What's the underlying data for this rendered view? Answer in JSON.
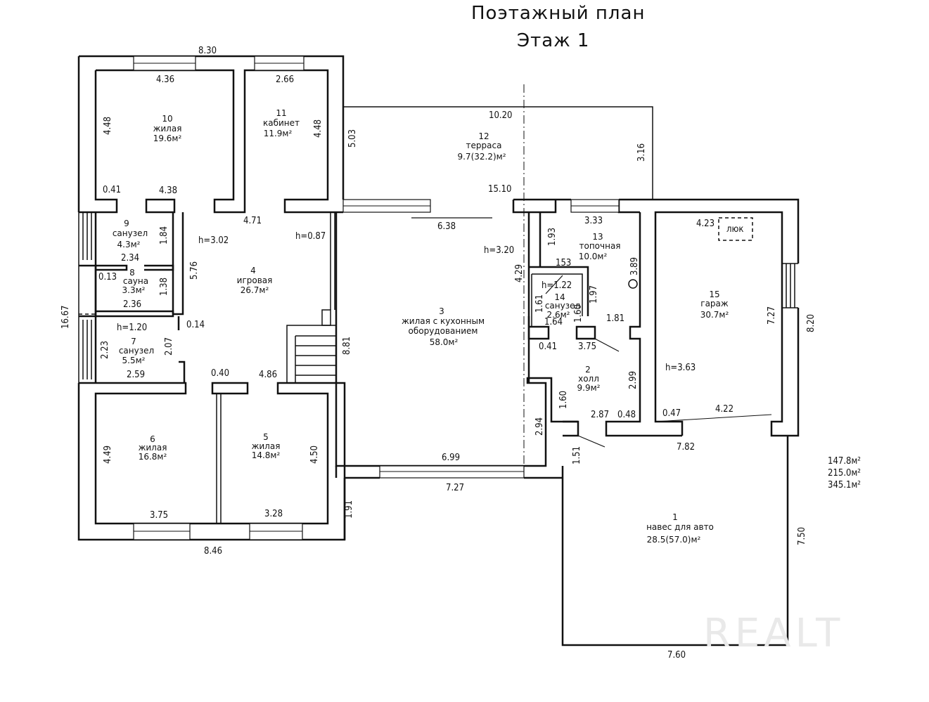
{
  "title": {
    "line1": "Поэтажный план",
    "line2": "Этаж 1"
  },
  "rooms": [
    {
      "num": "1",
      "name": "навес для авто",
      "area": "28.5(57.0)м²"
    },
    {
      "num": "2",
      "name": "холл",
      "area": "9.9м²"
    },
    {
      "num": "3",
      "name": "жилая с кухонным оборудованием",
      "name_line1": "жилая с кухонным",
      "name_line2": "оборудованием",
      "area": "58.0м²"
    },
    {
      "num": "4",
      "name": "игровая",
      "area": "26.7м²"
    },
    {
      "num": "5",
      "name": "жилая",
      "area": "14.8м²"
    },
    {
      "num": "6",
      "name": "жилая",
      "area": "16.8м²"
    },
    {
      "num": "7",
      "name": "санузел",
      "area": "5.5м²"
    },
    {
      "num": "8",
      "name": "сауна",
      "area": "3.3м²"
    },
    {
      "num": "9",
      "name": "санузел",
      "area": "4.3м²"
    },
    {
      "num": "10",
      "name": "жилая",
      "area": "19.6м²"
    },
    {
      "num": "11",
      "name": "кабинет",
      "area": "11.9м²"
    },
    {
      "num": "12",
      "name": "терраса",
      "area": "9.7(32.2)м²"
    },
    {
      "num": "13",
      "name": "топочная",
      "area": "10.0м²"
    },
    {
      "num": "14",
      "name": "санузел",
      "area": "2.6м²"
    },
    {
      "num": "15",
      "name": "гараж",
      "area": "30.7м²"
    }
  ],
  "dimensions": {
    "d_830": "8.30",
    "d_436": "4.36",
    "d_266": "2.66",
    "d_448a": "4.48",
    "d_448b": "4.48",
    "d_1020": "10.20",
    "d_503": "5.03",
    "d_316": "3.16",
    "d_041a": "0.41",
    "d_438": "4.38",
    "d_471": "4.71",
    "d_1510": "15.10",
    "d_638": "6.38",
    "d_h302": "h=3.02",
    "d_h087": "h=0.87",
    "d_h320": "h=3.20",
    "d_184": "1.84",
    "d_234": "2.34",
    "d_576": "5.76",
    "d_013": "0.13",
    "d_138": "1.38",
    "d_236": "2.36",
    "d_1667": "16.67",
    "d_h120": "h=1.20",
    "d_014": "0.14",
    "d_223": "2.23",
    "d_207": "2.07",
    "d_259": "2.59",
    "d_040": "0.40",
    "d_486": "4.86",
    "d_881": "8.81",
    "d_449": "4.49",
    "d_450": "4.50",
    "d_375a": "3.75",
    "d_328": "3.28",
    "d_846": "8.46",
    "d_191": "1.91",
    "d_699": "6.99",
    "d_727a": "7.27",
    "d_333": "3.33",
    "d_193": "1.93",
    "d_153": "153",
    "d_h122": "h=1.22",
    "d_161": "1.61",
    "d_197": "1.97",
    "d_164": "1.64",
    "d_160a": "1.60",
    "d_389": "3.89",
    "d_429": "4.29",
    "d_181": "1.81",
    "d_041b": "0.41",
    "d_375b": "3.75",
    "d_299": "2.99",
    "d_160b": "1.60",
    "d_294": "2.94",
    "d_287": "2.87",
    "d_048": "0.48",
    "d_151": "1.51",
    "d_423": "4.23",
    "d_luk": "люк",
    "d_727b": "7.27",
    "d_820": "8.20",
    "d_h363": "h=3.63",
    "d_047": "0.47",
    "d_422": "4.22",
    "d_782": "7.82",
    "d_750": "7.50",
    "d_760": "7.60"
  },
  "totals": [
    "147.8м²",
    "215.0м²",
    "345.1м²"
  ],
  "watermark": "REALT"
}
